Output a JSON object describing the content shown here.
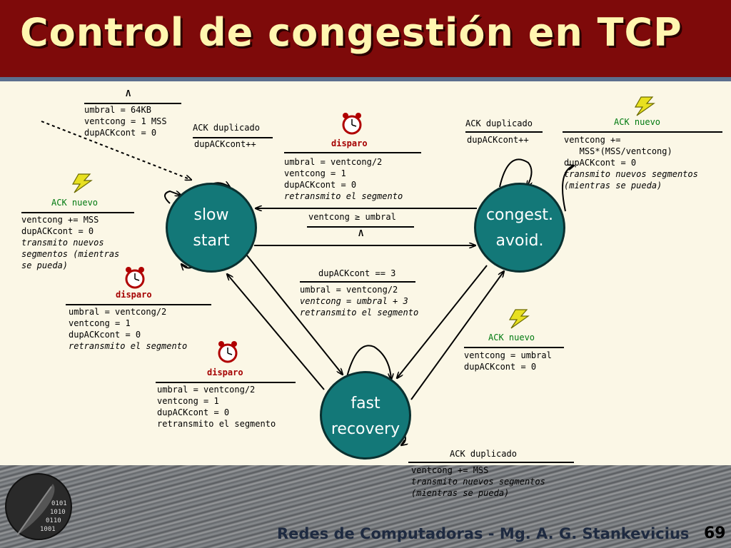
{
  "title": "Control de congestión en TCP",
  "footer": {
    "course": "Redes de Computadoras - Mg. A. G. Stankevicius",
    "page": "69"
  },
  "states": {
    "slow_start": {
      "label": "slow\nstart"
    },
    "congestion_avoidance": {
      "label": "congest.\navoid."
    },
    "fast_recovery": {
      "label": "fast\nrecovery"
    }
  },
  "initial": {
    "event": "Λ",
    "lines": [
      "umbral = 64KB",
      "ventcong = 1 MSS",
      "dupACKcont = 0"
    ]
  },
  "transitions": {
    "ss_dup": {
      "event": "ACK duplicado",
      "lines": [
        "dupACKcont++"
      ]
    },
    "ss_timeout_top": {
      "event": "disparo",
      "lines": [
        "umbral = ventcong/2",
        "ventcong = 1",
        "dupACKcont = 0"
      ],
      "italic": [
        "retransmito el segmento"
      ]
    },
    "ca_dup": {
      "event": "ACK duplicado",
      "lines": [
        "dupACKcont++"
      ]
    },
    "ca_new": {
      "event": "ACK nuevo",
      "lines": [
        "ventcong +=",
        "   MSS*(MSS/ventcong)",
        "dupACKcont = 0"
      ],
      "italic": [
        "transmito nuevos segmentos",
        "(mientras se pueda)"
      ]
    },
    "ss_new": {
      "event": "ACK nuevo",
      "lines": [
        "ventcong += MSS",
        "dupACKcont = 0"
      ],
      "italic": [
        "transmito nuevos",
        "segmentos (mientras",
        "se pueda)"
      ]
    },
    "ss_to_ca": {
      "event": "ventcong ≥ umbral",
      "action": "Λ"
    },
    "ss_to_fr": {
      "event": "dupACKcont == 3",
      "lines": [
        "umbral = ventcong/2"
      ],
      "italic": [
        "ventcong = umbral + 3",
        "retransmito el segmento"
      ]
    },
    "ss_timeout_left": {
      "event": "disparo",
      "lines": [
        "umbral = ventcong/2",
        "ventcong = 1",
        "dupACKcont = 0"
      ],
      "italic": [
        "retransmito el segmento"
      ]
    },
    "fr_timeout": {
      "event": "disparo",
      "lines": [
        "umbral = ventcong/2",
        "ventcong = 1",
        "dupACKcont = 0",
        "retransmito el segmento"
      ]
    },
    "fr_new": {
      "event": "ACK nuevo",
      "lines": [
        "ventcong = umbral",
        "dupACKcont = 0"
      ]
    },
    "fr_dup": {
      "event": "ACK duplicado",
      "lines": [
        "ventcong += MSS"
      ],
      "italic": [
        "transmito nuevos segmentos",
        "(mientras se pueda)"
      ]
    }
  },
  "colors": {
    "header": "#7e0a0a",
    "title": "#fff6b0",
    "state_fill": "#137878",
    "timeout_event": "#a50000",
    "new_ack_event": "#007a10",
    "background": "#fbf7e6"
  },
  "icons": {
    "timeout": "alarm-clock-icon",
    "new_ack": "lightning-bolt-icon",
    "logo": "feather-logo-icon"
  }
}
